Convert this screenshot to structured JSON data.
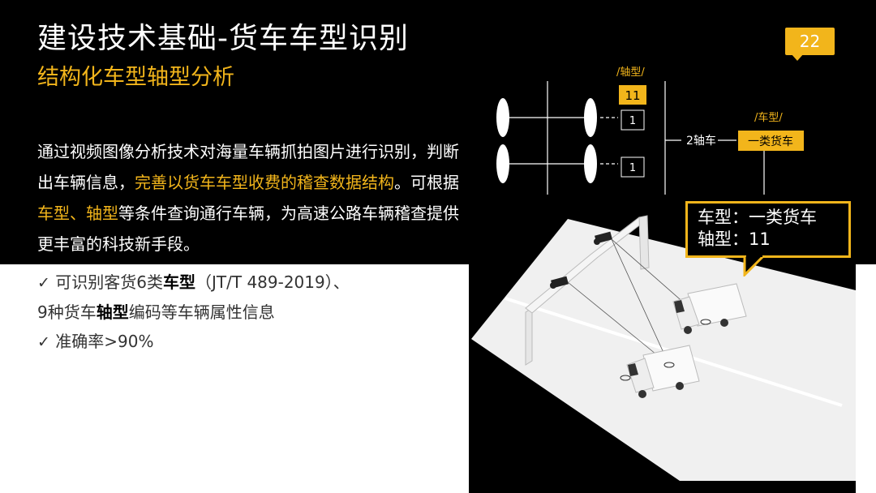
{
  "slide": {
    "title": "建设技术基础-货车车型识别",
    "subtitle": "结构化车型轴型分析",
    "page_number": "22"
  },
  "body": {
    "p1": "通过视频图像分析技术对海量车辆抓拍图片进行识别，判断出车辆信息，",
    "p1_highlight": "完善以货车车型收费的稽查数据结构",
    "p2": "。可根据",
    "p2_highlight": "车型、轴型",
    "p3": "等条件查询通行车辆，为高速公路车辆稽查提供更丰富的科技新手段。"
  },
  "checks": [
    {
      "pre": "可识别客货6类",
      "bold": "车型",
      "post": "（JT/T 489-2019）、"
    },
    {
      "pre": "9种货车",
      "bold": "轴型",
      "post": "编码等车辆属性信息"
    },
    {
      "pre": "准确率>90%",
      "bold": "",
      "post": ""
    }
  ],
  "check_glyph": "✓",
  "diagram": {
    "axle_label": "/轴型/",
    "axle_code": "11",
    "axle_1": "1",
    "axle_2": "1",
    "axle_count": "2轴车",
    "type_label": "/车型/",
    "type_value": "一类货车"
  },
  "callout": {
    "line1": "车型：一类货车",
    "line2": "轴型：11"
  },
  "colors": {
    "accent": "#f2b51b",
    "background": "#000000",
    "text_light": "#ffffff",
    "text_dark": "#333333"
  }
}
